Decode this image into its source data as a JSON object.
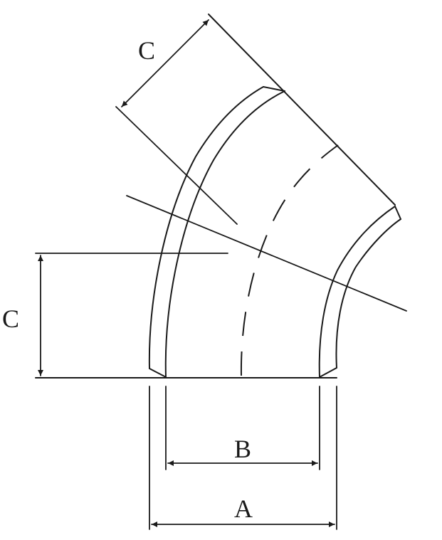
{
  "diagram": {
    "labels": {
      "c_top": "C",
      "c_left": "C",
      "b": "B",
      "a": "A"
    },
    "colors": {
      "stroke": "#1a1a1a",
      "background": "#ffffff"
    }
  }
}
